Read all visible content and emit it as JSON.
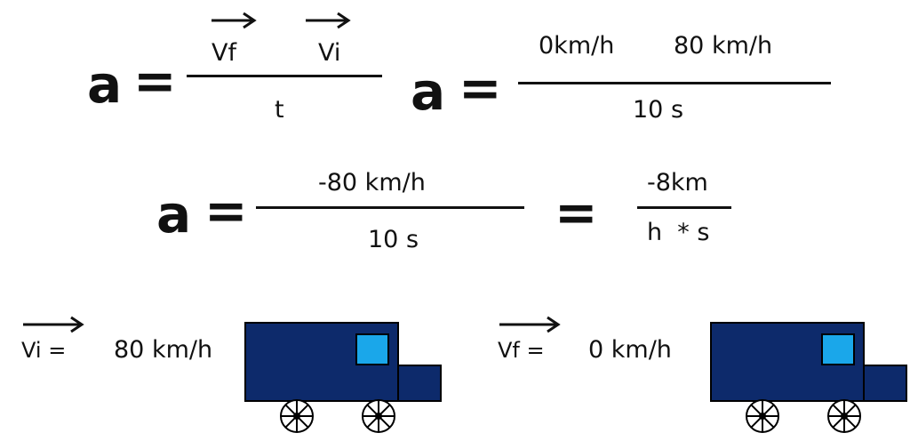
{
  "formula1": {
    "lhs": "a",
    "equals": "=",
    "num_term1": "Vf",
    "num_term2": "Vi",
    "denominator": "t"
  },
  "formula2": {
    "lhs": "a",
    "equals": "=",
    "num_term1": "0km/h",
    "num_term2": "80 km/h",
    "denominator": "10 s"
  },
  "formula3": {
    "lhs": "a",
    "equals": "=",
    "numerator": "-80 km/h",
    "denominator": "10 s",
    "equals2": "=",
    "result_numerator": "-8km",
    "result_denominator": "h  * s"
  },
  "initial": {
    "label": "Vi =",
    "value": "80 km/h"
  },
  "final": {
    "label": "Vf =",
    "value": "0 km/h"
  },
  "colors": {
    "truck_body": "#0d2a6b",
    "truck_window": "#1aa7ea",
    "ink": "#111111"
  }
}
